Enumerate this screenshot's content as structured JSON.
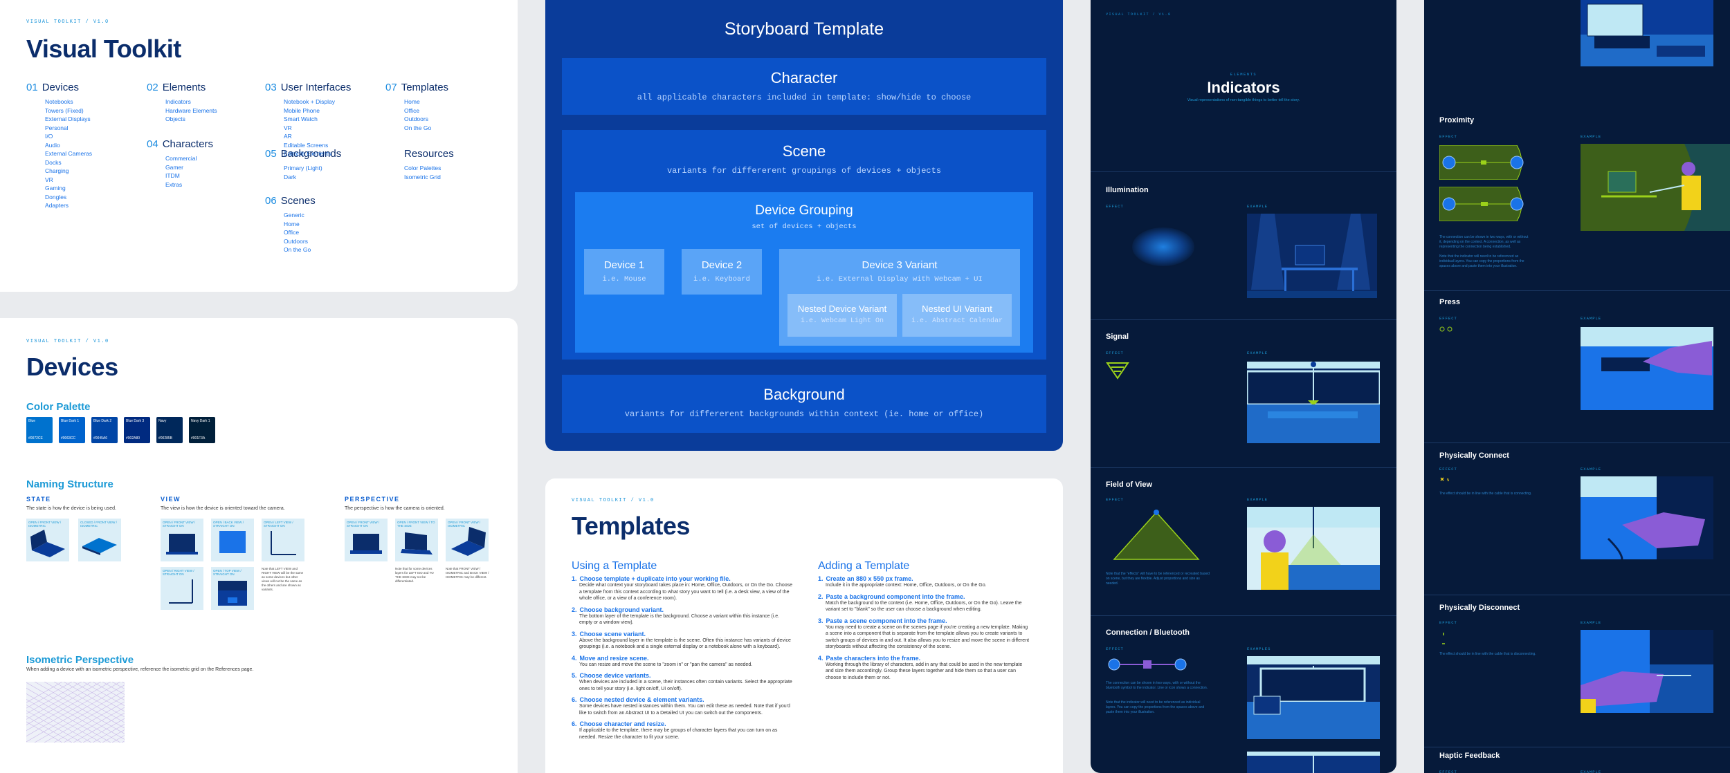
{
  "toolkit": {
    "eyebrow": "VISUAL TOOLKIT / V1.0",
    "title": "Visual Toolkit",
    "sections": [
      {
        "num": "01",
        "title": "Devices",
        "items": [
          "Notebooks",
          "Towers (Fixed)",
          "External Displays",
          "Personal",
          "I/O",
          "Audio",
          "External Cameras",
          "Docks",
          "Charging",
          "VR",
          "Gaming",
          "Dongles",
          "Adapters"
        ]
      },
      {
        "num": "02",
        "title": "Elements",
        "items": [
          "Indicators",
          "Hardware Elements",
          "Objects"
        ]
      },
      {
        "num": "03",
        "title": "User Interfaces",
        "items": [
          "Notebook + Display",
          "Mobile Phone",
          "Smart Watch",
          "VR",
          "AR",
          "Editable Screens",
          "Editable Elements"
        ]
      },
      {
        "num": "04",
        "title": "Characters",
        "items": [
          "Commercial",
          "Gamer",
          "ITDM",
          "Extras"
        ]
      },
      {
        "num": "05",
        "title": "Backgrounds",
        "items": [
          "Primary (Light)",
          "Dark"
        ]
      },
      {
        "num": "06",
        "title": "Scenes",
        "items": [
          "Generic",
          "Home",
          "Office",
          "Outdoors",
          "On the Go"
        ]
      },
      {
        "num": "07",
        "title": "Templates",
        "items": [
          "Home",
          "Office",
          "Outdoors",
          "On the Go"
        ]
      },
      {
        "num": "",
        "title": "Resources",
        "items": [
          "Color Palettes",
          "Isometric Grid"
        ]
      }
    ]
  },
  "devices": {
    "eyebrow": "VISUAL TOOLKIT / V1.0",
    "title": "Devices",
    "palette_title": "Color Palette",
    "swatches": [
      {
        "name": "Blue",
        "hex": "#0072CE",
        "color": "#0072CE"
      },
      {
        "name": "Blue Dark 1",
        "hex": "#0063CC",
        "color": "#0063CC"
      },
      {
        "name": "Blue Dark 2",
        "hex": "#0045A6",
        "color": "#0045A6"
      },
      {
        "name": "Blue Dark 3",
        "hex": "#002A80",
        "color": "#002A80"
      },
      {
        "name": "Navy",
        "hex": "#00285B",
        "color": "#00285B"
      },
      {
        "name": "Navy Dark 1",
        "hex": "#001F3A",
        "color": "#001F3A"
      }
    ],
    "naming_title": "Naming Structure",
    "state": {
      "title": "STATE",
      "desc": "The state is how the device is being used.",
      "thumbs": [
        "OPEN / FRONT VIEW / ISOMETRIC",
        "CLOSED / FRONT VIEW / ISOMETRIC"
      ]
    },
    "view": {
      "title": "VIEW",
      "desc": "The view is how the device is oriented toward the camera.",
      "thumbs": [
        "OPEN / FRONT VIEW / STRAIGHT ON",
        "OPEN / BACK VIEW / STRAIGHT ON",
        "OPEN / LEFT VIEW / STRAIGHT ON",
        "OPEN / RIGHT VIEW / STRAIGHT ON",
        "OPEN / TOP VIEW / STRAIGHT ON"
      ],
      "note": "Note that LEFT VIEW and RIGHT VIEW will be the same as some devices but other views will not be the same as the others and are shown as variants."
    },
    "perspective": {
      "title": "PERSPECTIVE",
      "desc": "The perspective is how the camera is oriented.",
      "thumbs": [
        "OPEN / FRONT VIEW / STRAIGHT ON",
        "OPEN / FRONT VIEW / TO THE SIDE",
        "OPEN / FRONT VIEW / ISOMETRIC"
      ],
      "note1": "Note that for some devices layers for LEFT ISO and TO THE SIDE may not be differentiated.",
      "note2": "Note that FRONT VIEW / ISOMETRIC and BACK VIEW / ISOMETRIC may be different."
    },
    "iso_title": "Isometric Perspective",
    "iso_desc": "When adding a device with an isometric perspective, reference the isometric grid on the References page."
  },
  "storyboard": {
    "title": "Storyboard Template",
    "character": {
      "title": "Character",
      "desc": "all applicable characters included in template: show/hide to choose"
    },
    "scene": {
      "title": "Scene",
      "desc": "variants for differerent groupings of devices + objects"
    },
    "grouping": {
      "title": "Device Grouping",
      "desc": "set of devices + objects"
    },
    "device1": {
      "title": "Device 1",
      "desc": "i.e. Mouse"
    },
    "device2": {
      "title": "Device 2",
      "desc": "i.e. Keyboard"
    },
    "device3": {
      "title": "Device 3 Variant",
      "desc": "i.e. External Display with Webcam + UI"
    },
    "nested_device": {
      "title": "Nested Device Variant",
      "desc": "i.e. Webcam Light On"
    },
    "nested_ui": {
      "title": "Nested UI Variant",
      "desc": "i.e. Abstract Calendar"
    },
    "background": {
      "title": "Background",
      "desc": "variants for differerent backgrounds within context (ie. home or office)"
    }
  },
  "templates": {
    "eyebrow": "VISUAL TOOLKIT / V1.0",
    "title": "Templates",
    "using": {
      "title": "Using a Template",
      "steps": [
        {
          "n": "1.",
          "t": "Choose template + duplicate into your working file.",
          "d": "Decide what context your storyboard takes place in: Home, Office, Outdoors, or On the Go. Choose a template from this context according to what story you want to tell (i.e. a desk view, a view of the whole office, or a view of a conference room)."
        },
        {
          "n": "2.",
          "t": "Choose background variant.",
          "d": "The bottom layer of the template is the background. Choose a variant within this instance (i.e. empty or a window view)."
        },
        {
          "n": "3.",
          "t": "Choose scene variant.",
          "d": "Above the background layer in the template is the scene. Often this instance has variants of device groupings (i.e. a notebook and a single external display or a notebook alone with a keyboard)."
        },
        {
          "n": "4.",
          "t": "Move and resize scene.",
          "d": "You can resize and move the scene to \"zoom in\" or \"pan the camera\" as needed."
        },
        {
          "n": "5.",
          "t": "Choose device variants.",
          "d": "When devices are included in a scene, their instances often contain variants. Select the appropriate ones to tell your story (i.e. light on/off, UI on/off)."
        },
        {
          "n": "6.",
          "t": "Choose nested device & element variants.",
          "d": "Some devices have nested instances within them. You can edit these as needed. Note that if you'd like to switch from an Abstract UI to a Detailed UI you can switch out the components."
        },
        {
          "n": "6.",
          "t": "Choose character and resize.",
          "d": "If applicable to the template, there may be groups of character layers that you can turn on as needed. Resize the character to fit your scene."
        }
      ]
    },
    "adding": {
      "title": "Adding a Template",
      "steps": [
        {
          "n": "1.",
          "t": "Create an 880 x 550 px frame.",
          "d": "Include it in the appropriate context: Home, Office, Outdoors, or On the Go."
        },
        {
          "n": "2.",
          "t": "Paste a background component into the frame.",
          "d": "Match the background to the context (i.e. Home, Office, Outdoors, or On the Go). Leave the variant set to \"blank\" so the user can choose a background when editing."
        },
        {
          "n": "3.",
          "t": "Paste a scene component into the frame.",
          "d": "You may need to create a scene on the scenes page if you're creating a new template. Making a scene into a component that is separate from the template allows you to create variants to switch groups of devices in and out. It also allows you to resize and move the scene in different storyboards without affecting the consistency of the scene."
        },
        {
          "n": "4.",
          "t": "Paste characters into the frame.",
          "d": "Working through the library of characters, add in any that could be used in the new template and size them accordingly. Group these layers together and hide them so that a user can choose to include them or not."
        }
      ]
    }
  },
  "indicators": {
    "eyebrow": "VISUAL TOOLKIT / V1.0",
    "kicker": "ELEMENTS",
    "title": "Indicators",
    "subtitle": "Visual representations of non-tangible things to better tell the story.",
    "effect_label": "EFFECT",
    "example_label": "EXAMPLE",
    "examples_label": "EXAMPLES",
    "sections": [
      "Illumination",
      "Signal",
      "Field of View",
      "Connection / Bluetooth"
    ],
    "fov_note": "Note that the \"effects\" will have to be referenced or recreated based on scene, but they are flexible. Adjust proportions and size as needed.",
    "bt_note1": "The connection can be shown in two ways, with or without the bluetooth symbol to the indicator. Line or icon shows a connection.",
    "bt_note2": "Note that the indicator will need to be referenced as individual layers. You can copy the proportions from the spaces above and paste them into your illustration."
  },
  "interactions": {
    "sections": [
      "Proximity",
      "Press",
      "Physically Connect",
      "Physically Disconnect",
      "Haptic Feedback"
    ],
    "effect_label": "EFFECT",
    "example_label": "EXAMPLE",
    "prox_note1": "The connection can be shown in two ways, with or without it, depending on the context. A connection, as well as representing the connection being established.",
    "prox_note2": "Note that the indicator will need to be referenced as individual layers. You can copy the proportions from the spaces above and paste them into your illustration.",
    "connect_note": "The effect should be in line with the cable that is connecting.",
    "disconnect_note": "The effect should be in line with the cable that is disconnecting."
  }
}
